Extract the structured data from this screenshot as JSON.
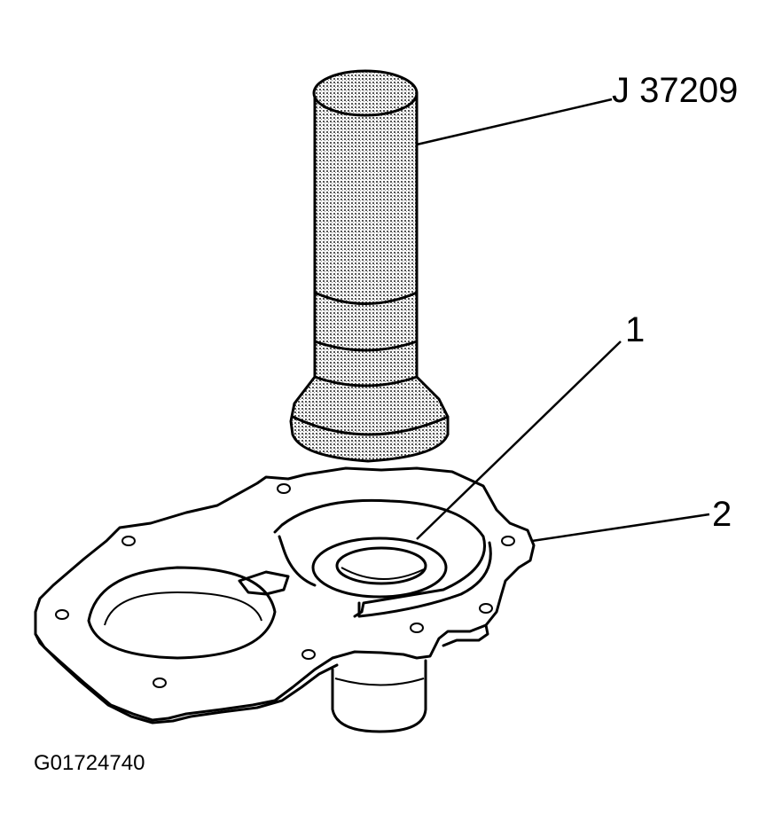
{
  "labels": {
    "tool": "J 37209",
    "callout_1": "1",
    "callout_2": "2",
    "figure_id": "G01724740"
  },
  "colors": {
    "line": "#000000",
    "stipple": "#7a7a7a",
    "background": "#ffffff"
  }
}
